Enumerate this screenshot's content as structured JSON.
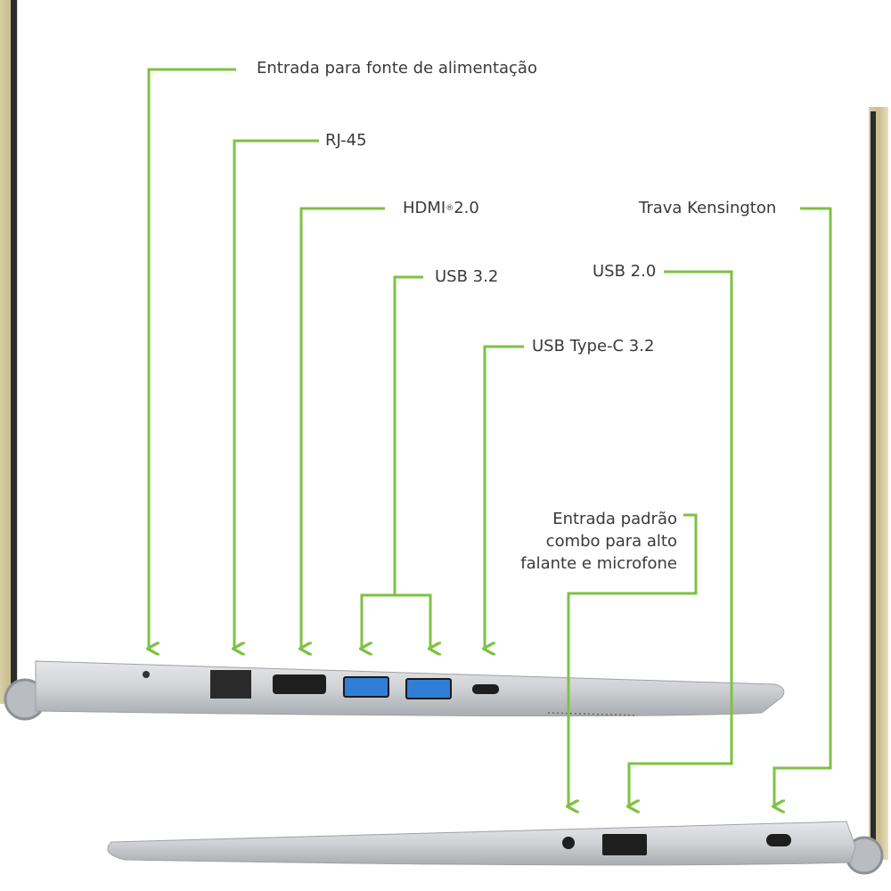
{
  "accent_color": "#7dc242",
  "labels": {
    "power": "Entrada para fonte de alimentação",
    "rj45": "RJ-45",
    "hdmi": "HDMI",
    "hdmi_mark": "®",
    "hdmi_version": "2.0",
    "usb32": "USB 3.2",
    "usbc": "USB Type-C 3.2",
    "kensington": "Trava Kensington",
    "usb20": "USB 2.0",
    "audio_line1": "Entrada padrão",
    "audio_line2": "combo para alto",
    "audio_line3": "falante e microfone"
  }
}
